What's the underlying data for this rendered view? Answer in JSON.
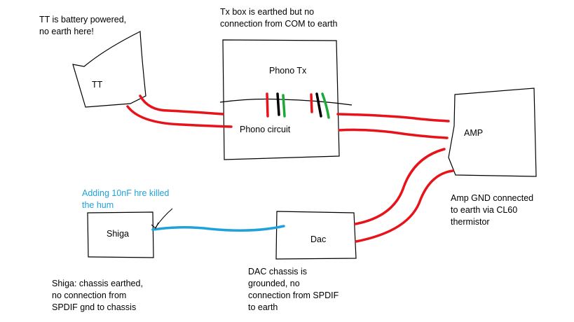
{
  "notes": {
    "tt_power": [
      "TT is battery powered,",
      "no earth here!"
    ],
    "tx_box": [
      "Tx box is earthed but no",
      "connection from COM to earth"
    ],
    "fix": [
      "Adding 10nF hre killed",
      "the hum"
    ],
    "amp_gnd": [
      "Amp GND connected",
      "to earth via CL60",
      "thermistor"
    ],
    "shiga": [
      "Shiga: chassis earthed,",
      "no connection from",
      "SPDIF gnd to chassis"
    ],
    "dac": [
      "DAC chassis is",
      "grounded, no",
      "connection from SPDIF",
      "to earth"
    ]
  },
  "labels": {
    "tt": "TT",
    "phono_tx": "Phono Tx",
    "phono_circuit": "Phono circuit",
    "amp": "AMP",
    "shiga": "Shiga",
    "dac": "Dac"
  },
  "colors": {
    "wire": "#e8121a",
    "fix_wire": "#1fa2dc",
    "outline": "#000000",
    "green": "#1fa83a",
    "black": "#000000"
  }
}
